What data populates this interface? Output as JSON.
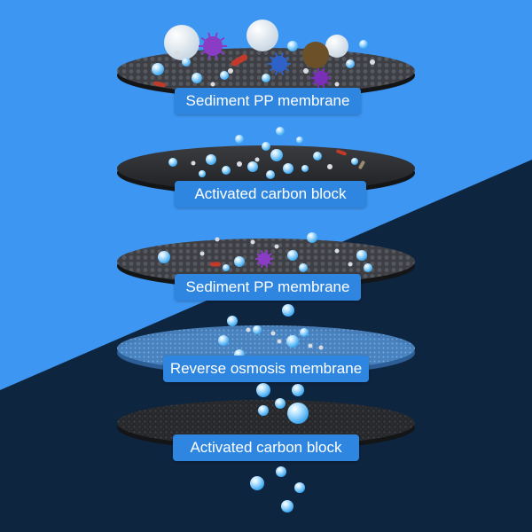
{
  "layers": [
    {
      "label": "Sediment PP membrane",
      "texture": "honeycomb",
      "particles": "heavy"
    },
    {
      "label": "Activated carbon block",
      "texture": "smooth-dark",
      "particles": "medium"
    },
    {
      "label": "Sediment PP membrane",
      "texture": "honeycomb",
      "particles": "light"
    },
    {
      "label": "Reverse osmosis membrane",
      "texture": "blue-mesh",
      "particles": "trace"
    },
    {
      "label": "Activated carbon block",
      "texture": "granular",
      "particles": "none"
    }
  ],
  "colors": {
    "background_light": "#3d96f2",
    "background_dark": "#0e2540",
    "label_fill": "#2f86e0",
    "label_text": "#ffffff",
    "water_bubble": "#6fc4ff"
  },
  "icons": [
    "water-bubble-icon",
    "bacteria-icon",
    "virus-icon",
    "sediment-particle-icon"
  ]
}
